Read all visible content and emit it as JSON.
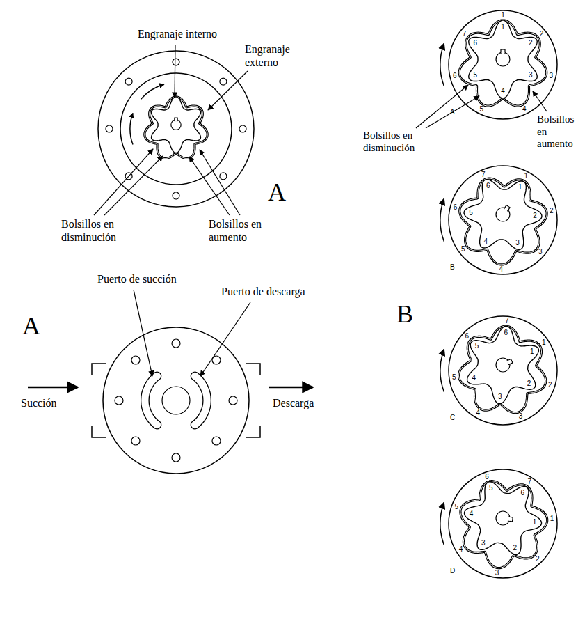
{
  "diagram": {
    "labels": [
      "Engranaje interno",
      "Engranaje externo",
      "A",
      "Bolsillos en disminución",
      "Bolsillos en aumento",
      "Puerto de succión",
      "Puerto de descarga",
      "A",
      "Succión",
      "Descarga",
      "B",
      "Bolsillos en disminución",
      "Bolsillos en aumento",
      "A",
      "B",
      "C",
      "D",
      "1",
      "2",
      "3",
      "4",
      "5",
      "6",
      "7",
      "1",
      "2",
      "3",
      "4",
      "5",
      "6",
      "1",
      "2",
      "3",
      "4",
      "5",
      "6",
      "7",
      "1",
      "2",
      "3",
      "4",
      "5",
      "6",
      "1",
      "2",
      "3",
      "4",
      "5",
      "6",
      "7",
      "1",
      "2",
      "3",
      "4",
      "5",
      "6",
      "1",
      "2",
      "3",
      "4",
      "5",
      "6",
      "7",
      "1",
      "2",
      "3",
      "4",
      "5",
      "6"
    ]
  }
}
